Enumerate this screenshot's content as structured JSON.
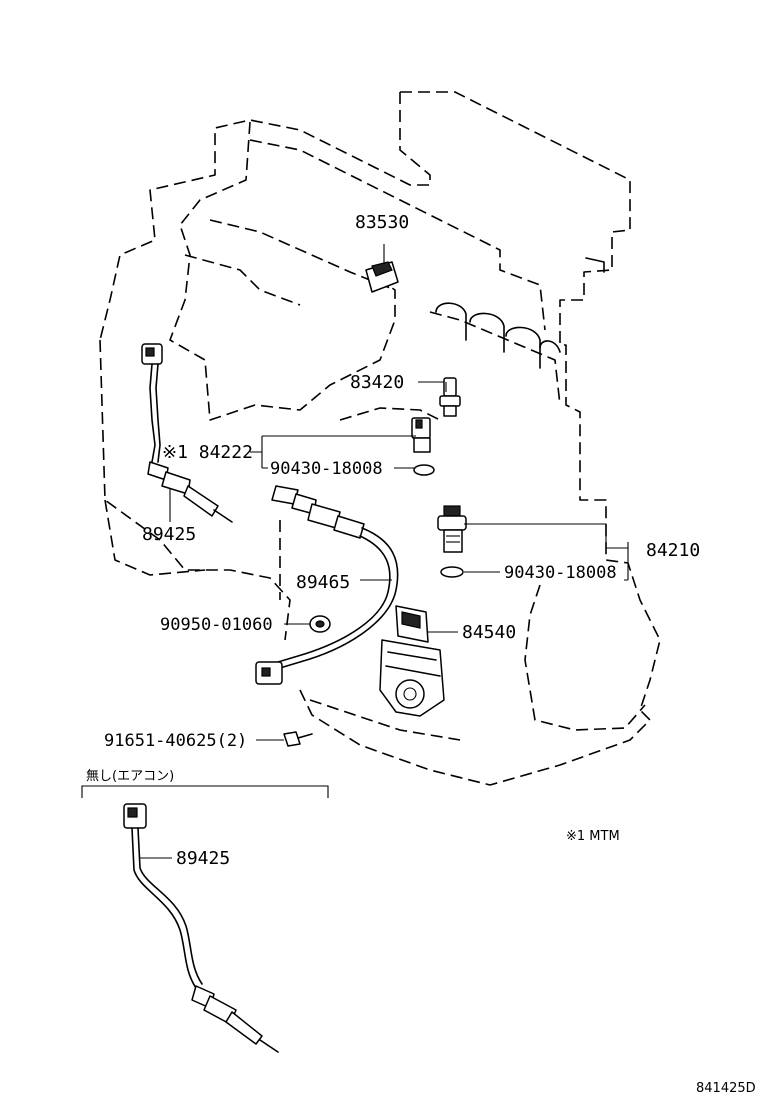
{
  "labels": {
    "p83530": "83530",
    "p83420": "83420",
    "p84222": "※1 84222",
    "p90430a": "90430-18008",
    "p89425a": "89425",
    "p89465": "89465",
    "p84210": "84210",
    "p90430b": "90430-18008",
    "p90950": "90950-01060",
    "p84540": "84540",
    "p91651": "91651-40625(2)",
    "note_no_ac": "無し(エアコン)",
    "p89425b": "89425",
    "footnote": "※1 MTM",
    "diagram_id": "841425D"
  }
}
